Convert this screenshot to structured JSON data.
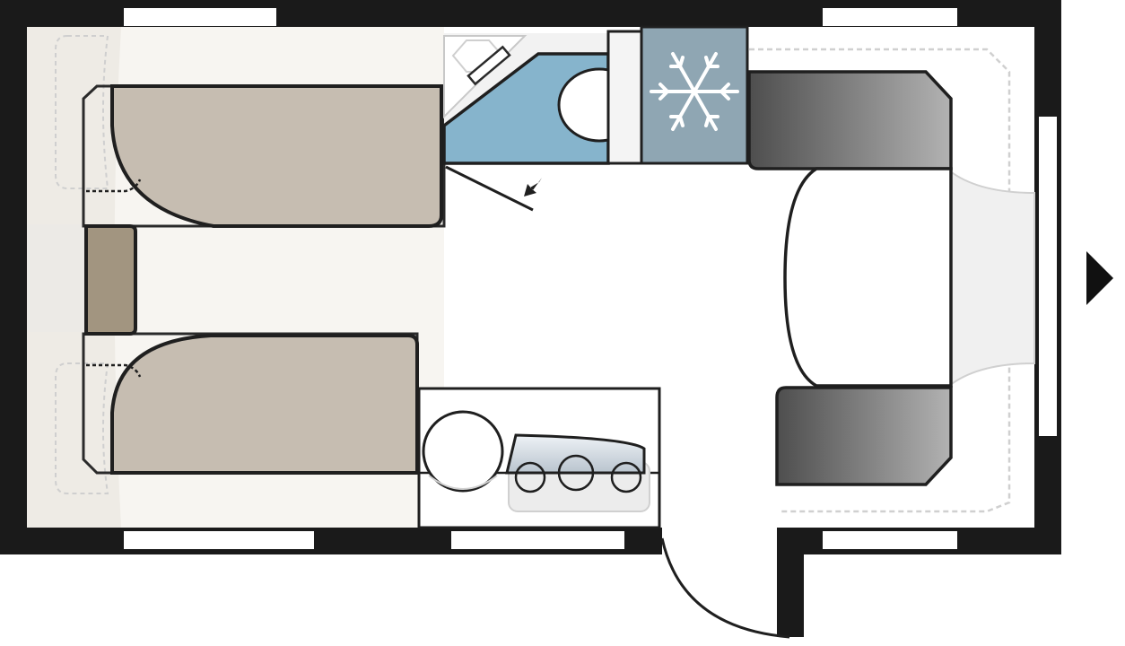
{
  "floorplan": {
    "zones": [
      {
        "name": "rear-seating",
        "description": ""
      },
      {
        "name": "washroom",
        "description": ""
      },
      {
        "name": "fridge",
        "icon": "snowflake-icon"
      },
      {
        "name": "kitchen",
        "description": ""
      },
      {
        "name": "front-dinette",
        "description": ""
      }
    ],
    "colors": {
      "wall": "#1a1a1a",
      "cushion": "#c6bdb1",
      "cushion_dark": "#a29580",
      "washroom": "#86b4cc",
      "fridge": "#8fa6b3",
      "seat_dark": "#5a5a5a",
      "seat_light": "#a9a9a9",
      "window": "#ffffff",
      "bedframe": "#f6f4f0"
    },
    "direction_icon": "arrow-right-icon"
  }
}
